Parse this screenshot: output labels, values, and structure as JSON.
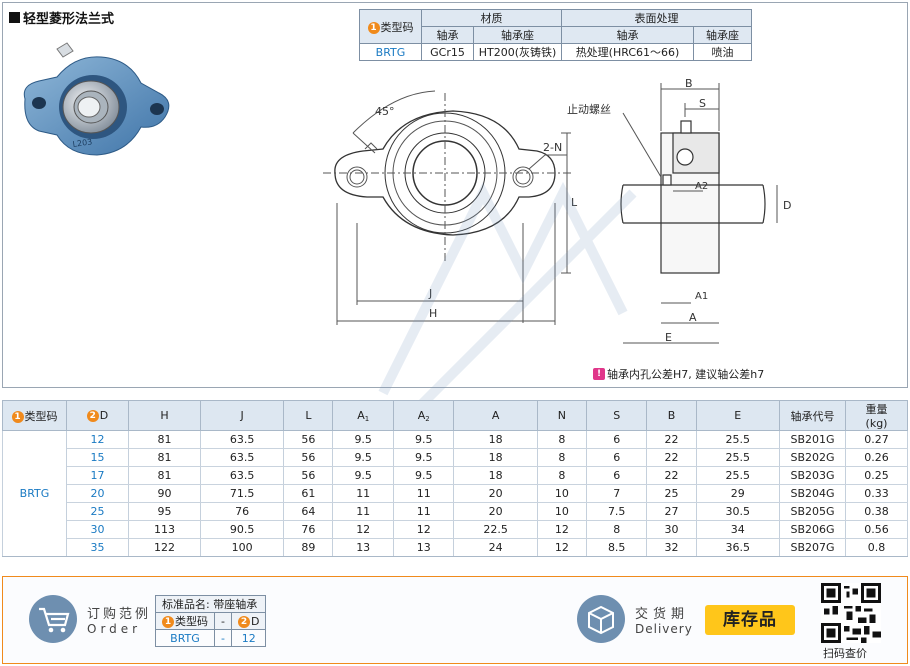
{
  "title": "轻型菱形法兰式",
  "spec_table": {
    "code_header": "类型码",
    "material_header": "材质",
    "surface_header": "表面处理",
    "sub_bearing": "轴承",
    "sub_seat": "轴承座",
    "sub_bearing2": "轴承",
    "sub_seat2": "轴承座",
    "code": "BRTG",
    "bearing_material": "GCr15",
    "seat_material": "HT200(灰铸铁)",
    "bearing_surface": "热处理(HRC61～66)",
    "seat_surface": "喷油"
  },
  "drawing": {
    "angle": "45°",
    "holes": "2-N",
    "stop_screw": "止动螺丝",
    "dim_j": "J",
    "dim_h": "H",
    "dim_l": "L",
    "dim_b": "B",
    "dim_s": "S",
    "dim_a2": "A2",
    "dim_a1": "A1",
    "dim_a": "A",
    "dim_e": "E",
    "dim_d": "D"
  },
  "note": "轴承内孔公差H7, 建议轴公差h7",
  "data_table": {
    "headers": [
      "类型码",
      "D",
      "H",
      "J",
      "L",
      "A1",
      "A2",
      "A",
      "N",
      "S",
      "B",
      "E",
      "轴承代号",
      "重量"
    ],
    "weight_unit": "(kg)",
    "model": "BRTG",
    "rows": [
      {
        "D": "12",
        "H": "81",
        "J": "63.5",
        "L": "56",
        "A1": "9.5",
        "A2": "9.5",
        "A": "18",
        "N": "8",
        "S": "6",
        "B": "22",
        "E": "25.5",
        "code": "SB201G",
        "weight": "0.27"
      },
      {
        "D": "15",
        "H": "81",
        "J": "63.5",
        "L": "56",
        "A1": "9.5",
        "A2": "9.5",
        "A": "18",
        "N": "8",
        "S": "6",
        "B": "22",
        "E": "25.5",
        "code": "SB202G",
        "weight": "0.26"
      },
      {
        "D": "17",
        "H": "81",
        "J": "63.5",
        "L": "56",
        "A1": "9.5",
        "A2": "9.5",
        "A": "18",
        "N": "8",
        "S": "6",
        "B": "22",
        "E": "25.5",
        "code": "SB203G",
        "weight": "0.25"
      },
      {
        "D": "20",
        "H": "90",
        "J": "71.5",
        "L": "61",
        "A1": "11",
        "A2": "11",
        "A": "20",
        "N": "10",
        "S": "7",
        "B": "25",
        "E": "29",
        "code": "SB204G",
        "weight": "0.33"
      },
      {
        "D": "25",
        "H": "95",
        "J": "76",
        "L": "64",
        "A1": "11",
        "A2": "11",
        "A": "20",
        "N": "10",
        "S": "7.5",
        "B": "27",
        "E": "30.5",
        "code": "SB205G",
        "weight": "0.38"
      },
      {
        "D": "30",
        "H": "113",
        "J": "90.5",
        "L": "76",
        "A1": "12",
        "A2": "12",
        "A": "22.5",
        "N": "12",
        "S": "8",
        "B": "30",
        "E": "34",
        "code": "SB206G",
        "weight": "0.56"
      },
      {
        "D": "35",
        "H": "122",
        "J": "100",
        "L": "89",
        "A1": "13",
        "A2": "13",
        "A": "24",
        "N": "12",
        "S": "8.5",
        "B": "32",
        "E": "36.5",
        "code": "SB207G",
        "weight": "0.8"
      }
    ]
  },
  "order": {
    "label_cn": "订购范例",
    "label_en": "Order",
    "product_name": "标准品名: 带座轴承",
    "code_header": "类型码",
    "d_header": "D",
    "code_value": "BRTG",
    "dash1": "-",
    "dash2": "-",
    "d_value": "12"
  },
  "delivery": {
    "label_cn": "交货期",
    "label_en": "Delivery",
    "stock": "库存品"
  },
  "qr_label": "扫码查价",
  "colors": {
    "accent": "#1a7ac3",
    "orange": "#f08a1c",
    "stock": "#ffc61a",
    "header_bg": "#dde7f1"
  }
}
